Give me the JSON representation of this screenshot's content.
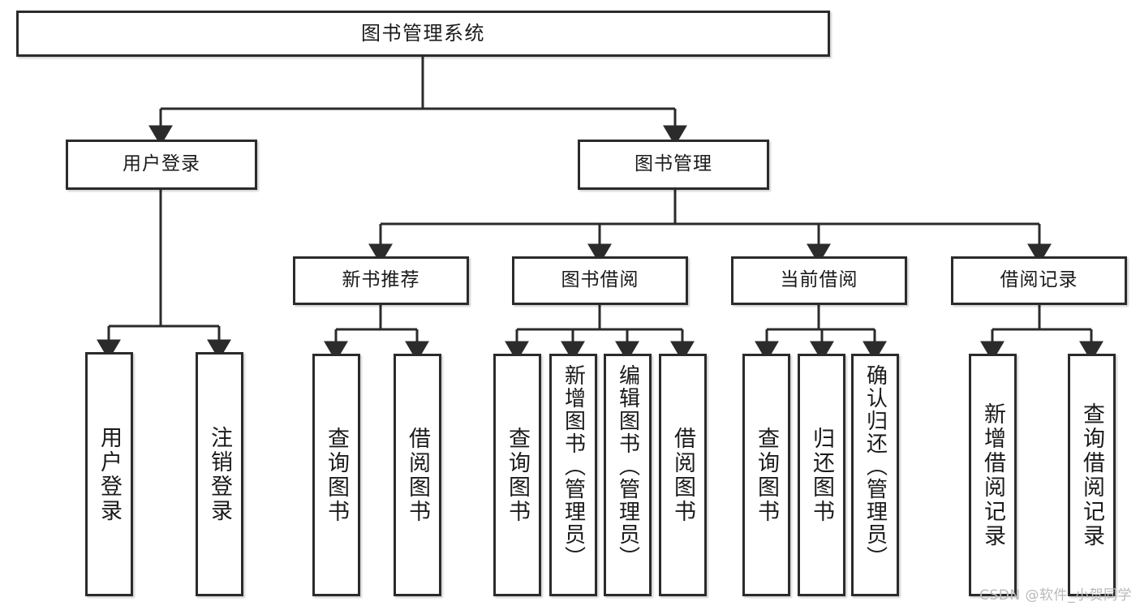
{
  "diagram": {
    "title": "图书管理系统",
    "type": "tree-structure-chart",
    "watermark": "CSDN @软件_小贺同学",
    "colors": {
      "box_border": "#2b2b2b",
      "box_fill": "#ffffff",
      "connector": "#2b2b2b",
      "text": "#1a1a1a",
      "watermark": "#b9b9b9"
    },
    "nodes": {
      "root": "图书管理系统",
      "level2": {
        "user_login": "用户登录",
        "book_manage": "图书管理"
      },
      "level3": {
        "new_book_recommend": "新书推荐",
        "book_borrow": "图书借阅",
        "current_borrow": "当前借阅",
        "borrow_record": "借阅记录"
      },
      "leaves": {
        "user_login_children": [
          "用户登录",
          "注销登录"
        ],
        "new_book_recommend_children": [
          "查询图书",
          "借阅图书"
        ],
        "book_borrow_children": [
          "查询图书",
          "新增图书（管理员）",
          "编辑图书（管理员）",
          "借阅图书"
        ],
        "current_borrow_children": [
          "查询图书",
          "归还图书",
          "确认归还（管理员）"
        ],
        "borrow_record_children": [
          "新增借阅记录",
          "查询借阅记录"
        ]
      }
    }
  }
}
